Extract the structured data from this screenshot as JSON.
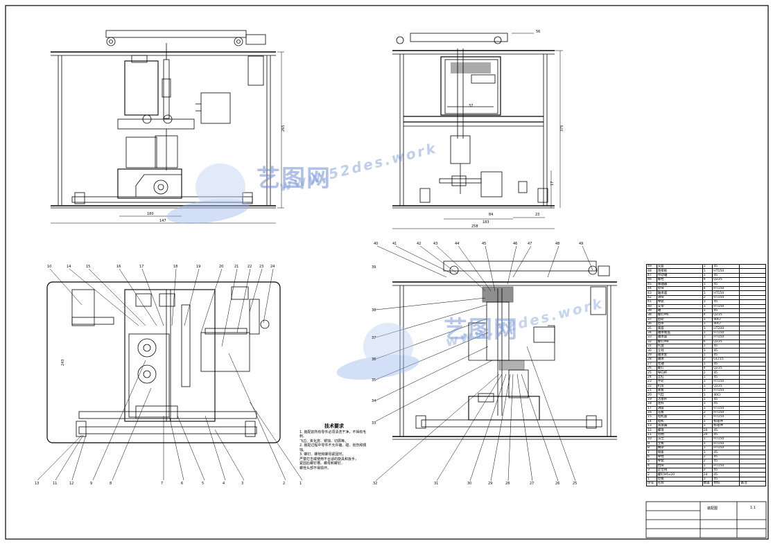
{
  "watermark": {
    "brand": "艺图网",
    "url": "www.52des.work"
  },
  "top_left_dims": {
    "w1": "180",
    "w2": "147",
    "h": "265"
  },
  "top_right_dims": {
    "callout": "56",
    "d1": "37",
    "h": "375",
    "h2": "17",
    "w1": "84",
    "w2": "183",
    "w3": "23",
    "w4": "258"
  },
  "plan_view": {
    "top_labels": [
      "10",
      "14",
      "15",
      "16",
      "17",
      "18",
      "19",
      "20",
      "21",
      "22",
      "23",
      "24"
    ],
    "bottom_labels": [
      "13",
      "11",
      "12",
      "9",
      "8",
      "7",
      "6",
      "5",
      "4",
      "3",
      "2",
      "1"
    ],
    "side_dim": "243"
  },
  "section_view": {
    "top_labels": [
      "40",
      "41",
      "42",
      "43",
      "44",
      "45",
      "46",
      "47",
      "48",
      "49"
    ],
    "left_labels": [
      "39",
      "38",
      "37",
      "36",
      "35",
      "34",
      "33"
    ],
    "bottom_labels": [
      "32",
      "31",
      "30",
      "29",
      "28",
      "27",
      "26",
      "25"
    ]
  },
  "notes": {
    "title": "技术要求",
    "lines": [
      "1. 装配前所有零件必须清洗干净，不得有毛刺、",
      "飞边、氧化皮、锈蚀、切屑等。",
      "2. 装配过程中零件不允许磕、碰、划伤和锈蚀。",
      "3. 螺钉、螺栓和螺母紧固时，",
      "严禁打击或使用不合适的旋具和扳手，",
      "紧固后螺钉槽、螺母和螺钉、",
      "螺栓头部不得损坏。"
    ]
  },
  "bom_rows": [
    [
      "49",
      "支座",
      "1",
      "45"
    ],
    [
      "48",
      "连接板",
      "1",
      "HT150"
    ],
    [
      "47",
      "传动轴",
      "1",
      "45"
    ],
    [
      "46",
      "螺栓",
      "4",
      "Q235"
    ],
    [
      "45",
      "联轴器",
      "1",
      "45"
    ],
    [
      "44",
      "垫块",
      "4",
      "HT150"
    ],
    [
      "43",
      "轴承座",
      "1",
      "HT150"
    ],
    [
      "42",
      "滑块",
      "2",
      "HT150"
    ],
    [
      "41",
      "导轨",
      "1",
      "45"
    ],
    [
      "40",
      "支架",
      "1",
      "HT150"
    ],
    [
      "39",
      "轴",
      "1",
      "45"
    ],
    [
      "38",
      "螺钉M6",
      "4",
      "Q235"
    ],
    [
      "37",
      "齿轮",
      "1",
      "40Cr"
    ],
    [
      "36",
      "齿条",
      "1",
      "40Cr"
    ],
    [
      "35",
      "底座",
      "1",
      "HT200"
    ],
    [
      "34",
      "轴承端盖",
      "1",
      "HT150"
    ],
    [
      "33",
      "轴承座",
      "1",
      "HT150"
    ],
    [
      "32",
      "螺钉M8",
      "6",
      "Q235"
    ],
    [
      "31",
      "托盘",
      "1",
      "45"
    ],
    [
      "30",
      "立柱",
      "1",
      "45"
    ],
    [
      "29",
      "轴承套",
      "1",
      "45"
    ],
    [
      "28",
      "轴承",
      "2",
      "GCr15"
    ],
    [
      "27",
      "主轴",
      "1",
      "45"
    ],
    [
      "26",
      "螺钉",
      "4",
      "Q235"
    ],
    [
      "25",
      "导向杆",
      "2",
      "45"
    ],
    [
      "24",
      "丝杠",
      "1",
      "45"
    ],
    [
      "23",
      "手轮",
      "1",
      "HT150"
    ],
    [
      "22",
      "机架",
      "1",
      "Q235"
    ],
    [
      "21",
      "底板",
      "1",
      "HT150"
    ],
    [
      "20",
      "气缸",
      "1",
      "40Cr"
    ],
    [
      "19",
      "活塞杆",
      "1",
      "45"
    ],
    [
      "18",
      "连杆",
      "1",
      "45"
    ],
    [
      "17",
      "滑座",
      "1",
      "HT150"
    ],
    [
      "16",
      "压板",
      "2",
      "HT150"
    ],
    [
      "15",
      "电机座",
      "1",
      "HT150"
    ],
    [
      "14",
      "电机",
      "1",
      "标准件"
    ],
    [
      "13",
      "减速器",
      "1",
      "标准件"
    ],
    [
      "12",
      "螺母",
      "20",
      "45"
    ],
    [
      "11",
      "垫圈",
      "20",
      "45"
    ],
    [
      "10",
      "法兰",
      "1",
      "HT150"
    ],
    [
      "9",
      "立板",
      "1",
      "HT150"
    ],
    [
      "8",
      "横梁",
      "1",
      "HT150"
    ],
    [
      "7",
      "侧板",
      "1",
      "45"
    ],
    [
      "6",
      "导柱",
      "2",
      "45"
    ],
    [
      "5",
      "导套",
      "2",
      "45"
    ],
    [
      "4",
      "挡块",
      "1",
      "HT150"
    ],
    [
      "3",
      "定位销",
      "2",
      "45"
    ],
    [
      "2",
      "螺钉M5x20",
      "24",
      "45"
    ],
    [
      "1",
      "垫板",
      "1",
      "45"
    ]
  ],
  "bom_header": [
    "序号",
    "名称",
    "数量",
    "材料",
    "备注"
  ],
  "title_block": {
    "name": "装配图",
    "scale": "1:1"
  }
}
